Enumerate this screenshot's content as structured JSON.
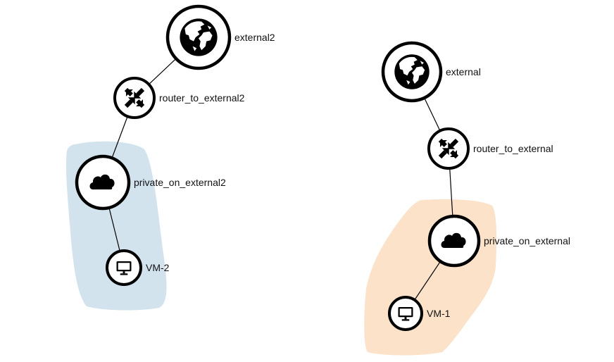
{
  "colors": {
    "group_blue": "#d3e3ee",
    "group_orange": "#fbe2c9",
    "ring": "#000000",
    "node_fill": "#ffffff",
    "icon": "#000000"
  },
  "nodes": [
    {
      "id": "external2",
      "label": "external2",
      "icon": "globe-icon"
    },
    {
      "id": "router_to_external2",
      "label": "router_to_external2",
      "icon": "router-icon"
    },
    {
      "id": "private_on_external2",
      "label": "private_on_external2",
      "icon": "cloud-icon"
    },
    {
      "id": "vm2",
      "label": "VM-2",
      "icon": "monitor-icon"
    },
    {
      "id": "external",
      "label": "external",
      "icon": "globe-icon"
    },
    {
      "id": "router_to_external",
      "label": "router_to_external",
      "icon": "router-icon"
    },
    {
      "id": "private_on_external",
      "label": "private_on_external",
      "icon": "cloud-icon"
    },
    {
      "id": "vm1",
      "label": "VM-1",
      "icon": "monitor-icon"
    }
  ],
  "edges": [
    {
      "from": "external2",
      "to": "router_to_external2"
    },
    {
      "from": "router_to_external2",
      "to": "private_on_external2"
    },
    {
      "from": "private_on_external2",
      "to": "vm2"
    },
    {
      "from": "external",
      "to": "router_to_external"
    },
    {
      "from": "router_to_external",
      "to": "private_on_external"
    },
    {
      "from": "private_on_external",
      "to": "vm1"
    }
  ]
}
